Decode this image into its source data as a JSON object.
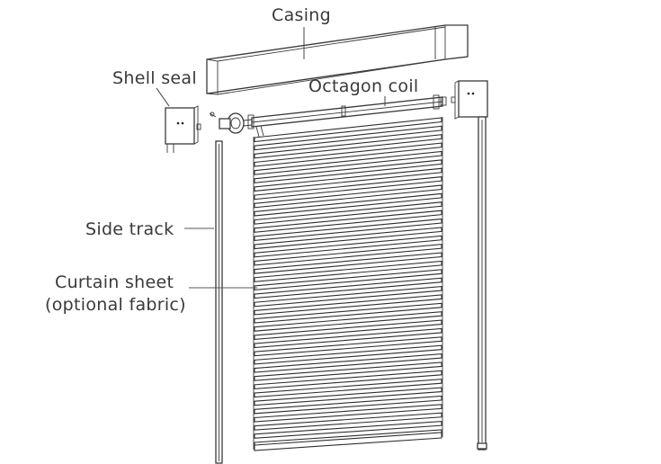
{
  "labels": {
    "casing": "Casing",
    "shell_seal": "Shell seal",
    "octagon_coil": "Octagon coil",
    "side_track": "Side track",
    "curtain_sheet_line1": "Curtain sheet",
    "curtain_sheet_line2": "(optional fabric)"
  }
}
